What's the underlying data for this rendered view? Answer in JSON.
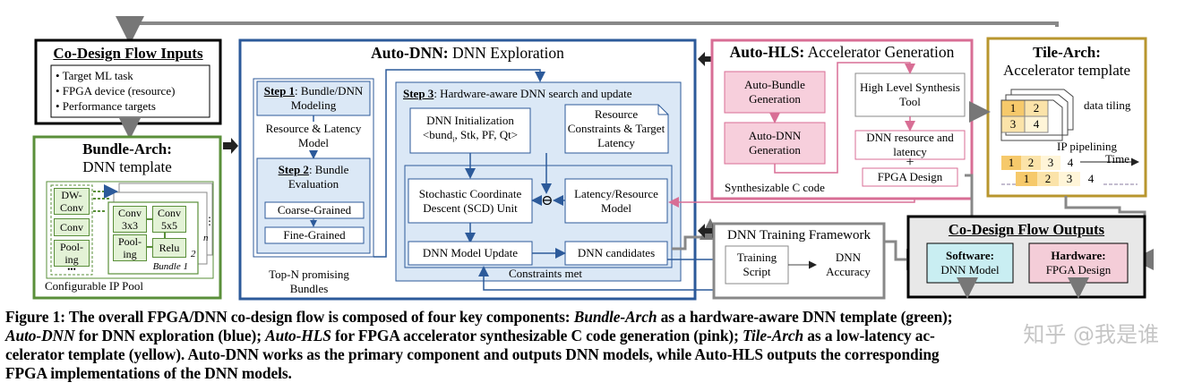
{
  "inputs": {
    "title": "Co-Design Flow Inputs",
    "items": [
      "• Target ML task",
      "• FPGA device (resource)",
      "• Performance targets"
    ]
  },
  "bundle_arch": {
    "title_bold": "Bundle-Arch:",
    "title_rest": "DNN template",
    "pool": [
      "DW-Conv",
      "Conv",
      "Pool-ing",
      "•••"
    ],
    "bundle": [
      "Conv 3x3",
      "Conv 5x5",
      "Pool-ing",
      "Relu"
    ],
    "bundle_label": "Bundle 1",
    "stack_2": "2",
    "stack_dots": "⋮",
    "stack_n": "n",
    "pool_label": "Configurable IP Pool"
  },
  "auto_dnn": {
    "title_bold": "Auto-DNN:",
    "title_rest": "DNN Exploration",
    "step1_bold": "Step 1",
    "step1_rest": ": Bundle/DNN Modeling",
    "resource_model": "Resource & Latency Model",
    "step2_bold": "Step 2",
    "step2_rest": ": Bundle Evaluation",
    "coarse": "Coarse-Grained",
    "fine": "Fine-Grained",
    "topn": "Top-N promising Bundles",
    "step3_bold": "Step 3",
    "step3_rest": ": Hardware-aware DNN search and update",
    "init_line1": "DNN Initialization",
    "init_line2": "<bund",
    "init_sub": "i",
    "init_line2b": ", Stk, PF, Qt>",
    "constraints": "Resource Constraints & Target Latency",
    "scd": "Stochastic Coordinate Descent (SCD) Unit",
    "lat_model": "Latency/Resource Model",
    "update": "DNN Model Update",
    "candidates": "DNN candidates",
    "constraints_met": "Constraints met",
    "theta": "⊖"
  },
  "auto_hls": {
    "title_bold": "Auto-HLS:",
    "title_rest": "Accelerator Generation",
    "bundle_gen": "Auto-Bundle Generation",
    "dnn_gen": "Auto-DNN Generation",
    "hls_tool": "High Level Synthesis Tool",
    "res_lat": "DNN resource and latency",
    "plus": "+",
    "fpga": "FPGA Design",
    "synth": "Synthesizable C code"
  },
  "tile_arch": {
    "title_bold": "Tile-Arch:",
    "title_rest": "Accelerator template",
    "tiles": [
      "1",
      "2",
      "3",
      "4"
    ],
    "data_tiling": "data tiling",
    "ip_pipelining": "IP pipelining",
    "time": "Time",
    "pipe_row1": [
      "1",
      "2",
      "3",
      "4"
    ],
    "pipe_row2": [
      "1",
      "2",
      "3",
      "4"
    ]
  },
  "training": {
    "title": "DNN Training Framework",
    "script": "Training Script",
    "accuracy": "DNN Accuracy"
  },
  "outputs": {
    "title": "Co-Design Flow Outputs",
    "sw_bold": "Software:",
    "sw_rest": "DNN Model",
    "hw_bold": "Hardware:",
    "hw_rest": "FPGA Design"
  },
  "caption": {
    "lbl": "Figure 1: The overall FPGA/DNN co-design flow is composed of four key components: ",
    "c1": "Bundle-Arch",
    "t1": " as a hardware-aware DNN template (green);",
    "c2": "Auto-DNN",
    "t2": " for DNN exploration (blue); ",
    "c3": "Auto-HLS",
    "t3": " for FPGA accelerator synthesizable C code generation (pink); ",
    "c4": "Tile-Arch",
    "t4": " as a low-latency ac-",
    "line2": "celerator template (yellow). Auto-DNN works as the primary component and outputs DNN models, while Auto-HLS outputs the corresponding",
    "line3": "FPGA implementations of the DNN models."
  },
  "watermark": "知乎 @我是谁",
  "colors": {
    "green": "#5a8f3a",
    "blue": "#2c5a9a",
    "pink": "#d86e95",
    "gold": "#b8962e",
    "gray": "#808080"
  }
}
